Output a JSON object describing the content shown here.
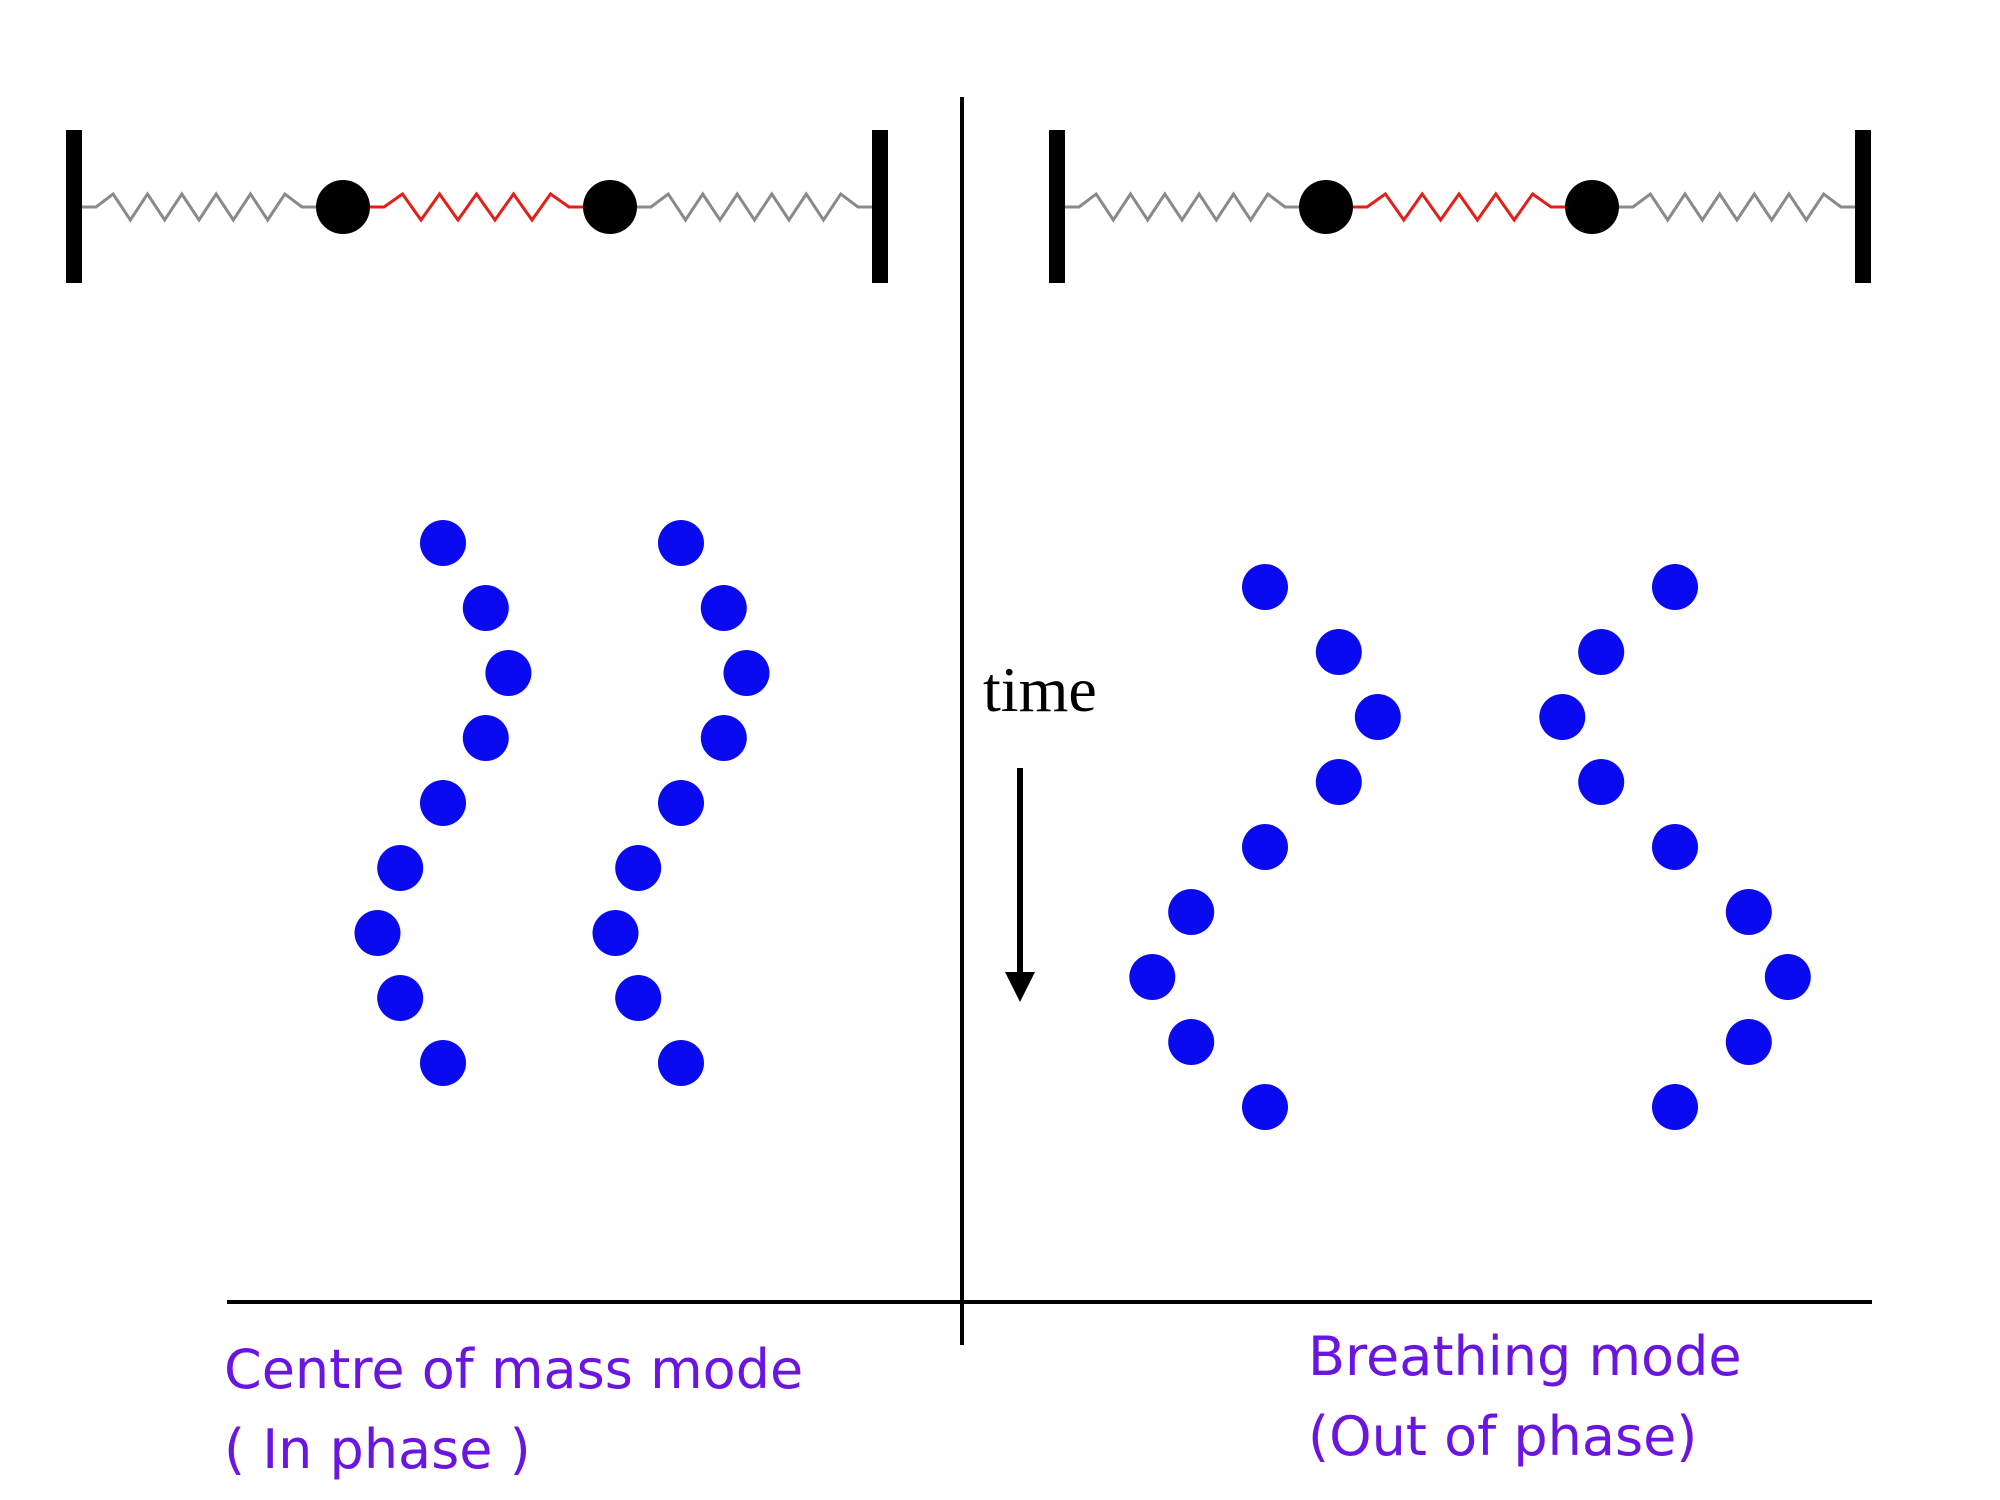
{
  "colors": {
    "background": "#ffffff",
    "line": "#000000",
    "mass": "#000000",
    "spring_outer": "#8a8a8a",
    "spring_coupling": "#e0201a",
    "trace_dot": "#0a0af0",
    "caption_text": "#6a16e0"
  },
  "panels": [
    {
      "id": "left",
      "caption_line1": "Centre of mass mode",
      "caption_line2": "( In phase )",
      "mass_traces": [
        {
          "mass": 1,
          "positions": [
            -1.0,
            -0.64,
            -0.45,
            -0.64,
            -1.0,
            -1.36,
            -1.55,
            -1.36,
            -1.0
          ]
        },
        {
          "mass": 2,
          "positions": [
            1.0,
            1.36,
            1.55,
            1.36,
            1.0,
            0.64,
            0.45,
            0.64,
            1.0
          ]
        }
      ]
    },
    {
      "id": "right",
      "caption_line1": "Breathing mode",
      "caption_line2": "(Out of phase)",
      "mass_traces": [
        {
          "mass": 1,
          "positions": [
            -1.0,
            -0.64,
            -0.45,
            -0.64,
            -1.0,
            -1.36,
            -1.55,
            -1.36,
            -1.0
          ]
        },
        {
          "mass": 2,
          "positions": [
            1.0,
            0.64,
            0.45,
            0.64,
            1.0,
            1.36,
            1.55,
            1.36,
            1.0
          ]
        }
      ]
    }
  ],
  "time_axis": {
    "label": "time",
    "direction": "down"
  }
}
